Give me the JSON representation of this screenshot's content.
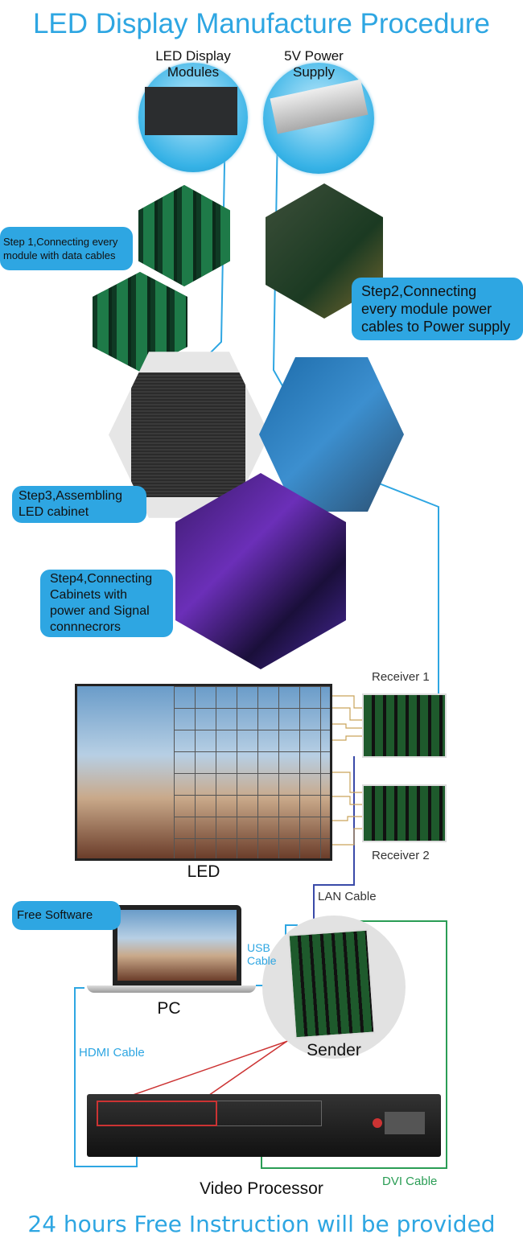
{
  "title": "LED Display Manufacture Procedure",
  "top_labels": {
    "modules": "LED Display Modules",
    "power": "5V Power Supply"
  },
  "steps": [
    "Step 1,Connecting every module with data cables",
    "Step2,Connecting every module power cables to Power supply",
    "Step3,Assembling LED cabinet",
    "Step4,Connecting Cabinets with power and Signal connnecrors"
  ],
  "system": {
    "receiver1": "Receiver 1",
    "receiver2": "Receiver 2",
    "led": "LED",
    "lan_cable": "LAN Cable",
    "free_software": "Free Software",
    "usb_cable_1": "USB",
    "usb_cable_2": "Cable",
    "pc": "PC",
    "sender": "Sender",
    "hdmi_cable": "HDMI Cable",
    "video_processor": "Video Processor",
    "dvi_cable": "DVI Cable"
  },
  "colors": {
    "accent": "#2ea6e2",
    "dvi_line": "#2a9d55",
    "lan_line": "#3a4aa8"
  },
  "footer": "24 hours Free Instruction will be provided"
}
